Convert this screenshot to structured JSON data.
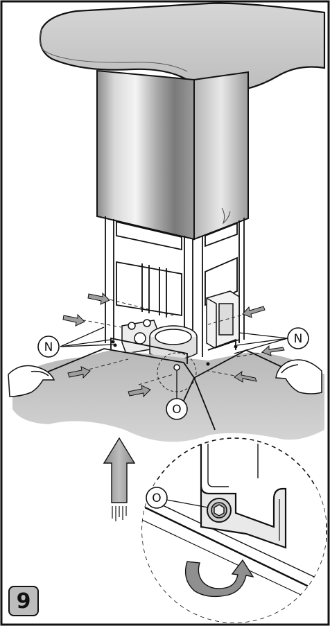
{
  "callouts": {
    "n_left": "N",
    "n_right": "N",
    "o_main": "O",
    "o_detail": "O"
  },
  "step": "9",
  "colors": {
    "frame": "#111111",
    "arrow_fill": "#9e9e9e",
    "floor_shadow": "#c9c9c9",
    "steel_light": "#e6e6e6",
    "steel_dark": "#8a8a8a",
    "ceiling": "#cfcfcf"
  },
  "icons": [
    "hand-icon",
    "push-arrow-icon",
    "rotate-arrow-icon",
    "screw-icon"
  ]
}
